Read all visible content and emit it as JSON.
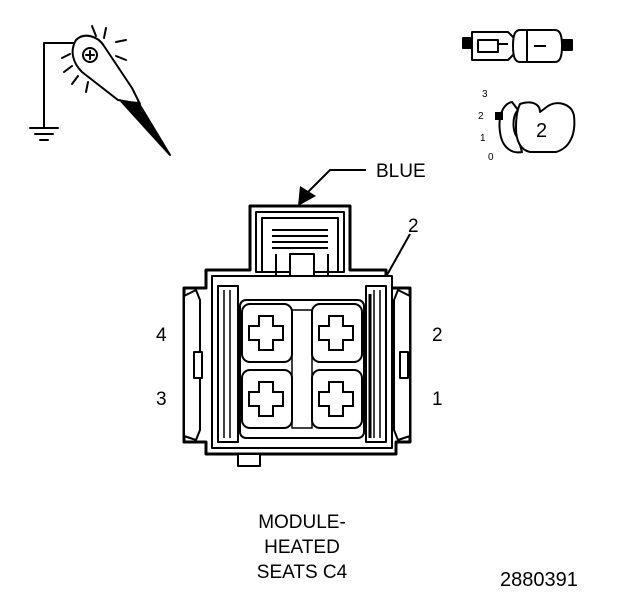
{
  "callouts": {
    "color": "BLUE",
    "terminal_ref": "2"
  },
  "cavity_numbers": {
    "top_left": "4",
    "top_right": "2",
    "bottom_left": "3",
    "bottom_right": "1"
  },
  "position_indicator": {
    "big_number": "2",
    "scale": [
      "3",
      "2",
      "1",
      "0"
    ]
  },
  "caption": {
    "line1": "MODULE-",
    "line2": "HEATED",
    "line3": "SEATS C4"
  },
  "figure_number": "2880391",
  "icons": {
    "probe": "test-probe-ground-icon",
    "connector_pair": "connector-pair-icon",
    "position": "connector-position-icon"
  }
}
